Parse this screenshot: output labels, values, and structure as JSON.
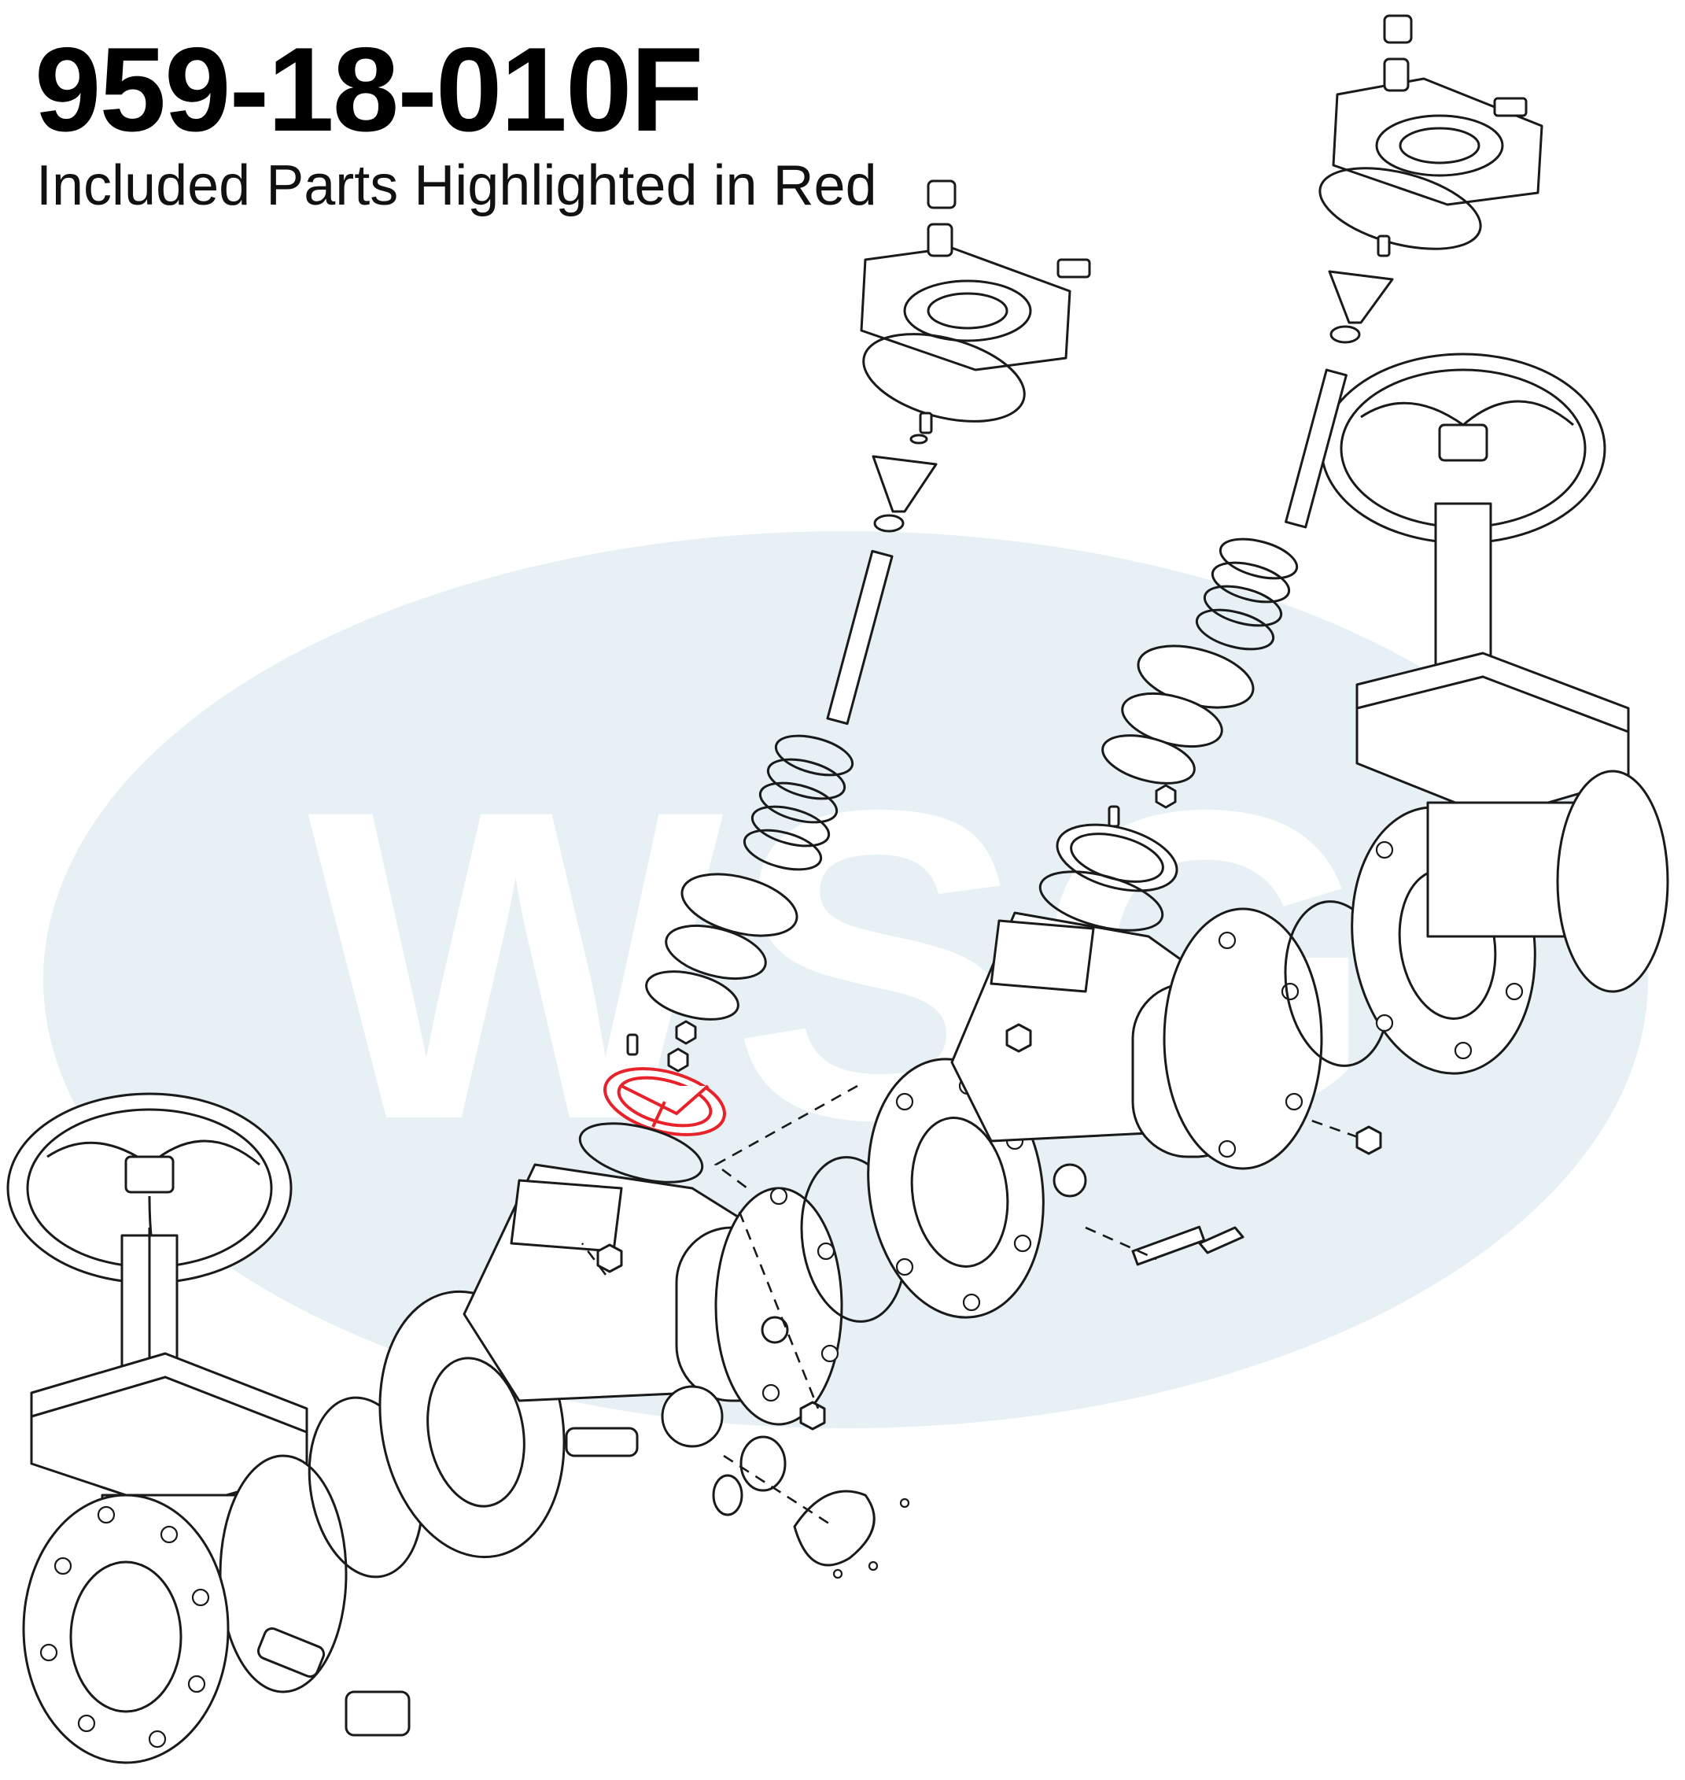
{
  "header": {
    "part_number": "959-18-010F",
    "subtitle": "Included Parts Highlighted in Red"
  },
  "watermark": {
    "text": "WSG",
    "ellipse_color": "#e6f0f5",
    "letter_color": "#ffffff"
  },
  "colors": {
    "line": "#1a1a1a",
    "highlight": "#e8222b",
    "background": "#ffffff"
  },
  "highlighted_parts": [
    "check-disc-retainer"
  ]
}
